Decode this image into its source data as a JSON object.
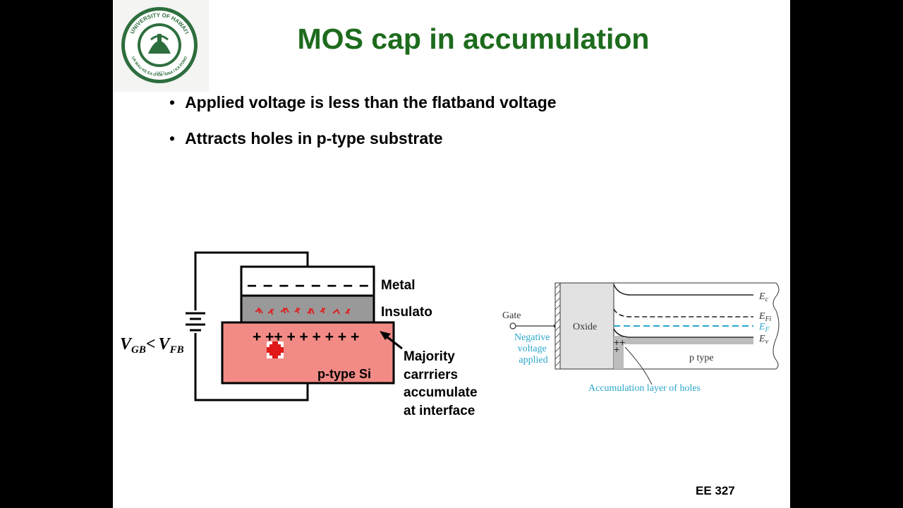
{
  "slide": {
    "title": "MOS cap in accumulation",
    "bullets": [
      "Applied voltage is less than the flatband voltage",
      "Attracts holes in p-type substrate"
    ],
    "footer": "EE 327"
  },
  "logo": {
    "top_text": "UNIVERSITY OF HAWAI'I",
    "bottom_text": "UA MAU KE EA O KA 'ĀINA I KA PONO",
    "year": "1907"
  },
  "left_diagram": {
    "metal_label": "Metal",
    "insulator_label": "Insulato",
    "substrate_label": "p-type Si",
    "voltage_condition": {
      "v1": "V",
      "v1_sub": "GB",
      "op": "<",
      "v2": "V",
      "v2_sub": "FB"
    },
    "metal_charges": "− − − − − − − −",
    "hole_charges": "+ ++ + + + + + +",
    "annotation_lines": [
      "Majority",
      "carrriers",
      "accumulate",
      "at interface"
    ]
  },
  "right_diagram": {
    "gate_label": "Gate",
    "applied_lines": [
      "Negative",
      "voltage",
      "applied"
    ],
    "oxide_label": "Oxide",
    "band_labels": {
      "ec": {
        "main": "E",
        "sub": "c"
      },
      "efi": {
        "main": "E",
        "sub": "Fi"
      },
      "ef": {
        "main": "E",
        "sub": "F"
      },
      "ev": {
        "main": "E",
        "sub": "v"
      }
    },
    "region_label": "p type",
    "holes": "++",
    "hole_extra": "+",
    "caption": "Accumulation layer of holes"
  },
  "colors": {
    "title_green": "#1d6b1d",
    "substrate_pink": "#f28b86",
    "insulator_gray": "#999999",
    "annotation_blue": "#29a6cc",
    "logo_green": "#2e6e3e"
  }
}
